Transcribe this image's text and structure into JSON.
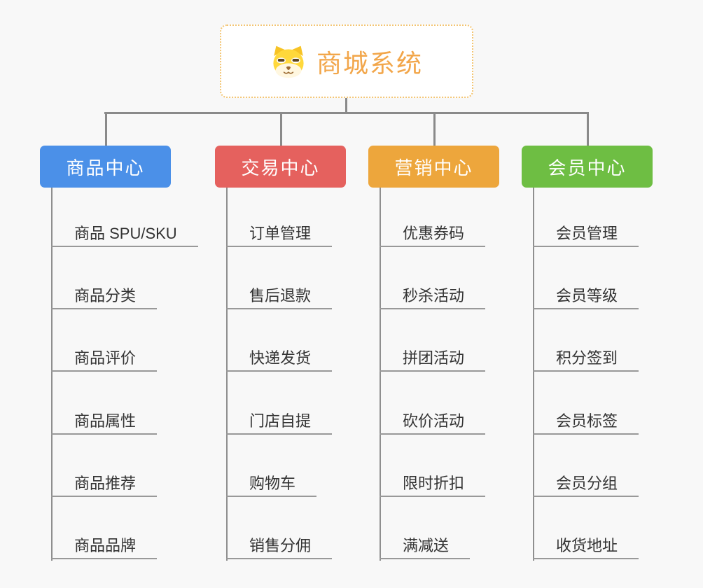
{
  "page": {
    "background": "#F8F8F8"
  },
  "root": {
    "title": "商城系统",
    "icon": "dog-face-icon",
    "title_color": "#F2A64A",
    "border_color": "#F3C573"
  },
  "connectors": {
    "color": "#8A8A8A"
  },
  "items_style": {
    "line_color": "#999999",
    "text_color": "#333333"
  },
  "branches": [
    {
      "label": "商品中心",
      "color": "#4B90E8",
      "items": [
        "商品 SPU/SKU",
        "商品分类",
        "商品评价",
        "商品属性",
        "商品推荐",
        "商品品牌"
      ]
    },
    {
      "label": "交易中心",
      "color": "#E5615E",
      "items": [
        "订单管理",
        "售后退款",
        "快递发货",
        "门店自提",
        "购物车",
        "销售分佣"
      ]
    },
    {
      "label": "营销中心",
      "color": "#EDA63C",
      "items": [
        "优惠券码",
        "秒杀活动",
        "拼团活动",
        "砍价活动",
        "限时折扣",
        "满减送"
      ]
    },
    {
      "label": "会员中心",
      "color": "#6EBE43",
      "items": [
        "会员管理",
        "会员等级",
        "积分签到",
        "会员标签",
        "会员分组",
        "收货地址"
      ]
    }
  ]
}
